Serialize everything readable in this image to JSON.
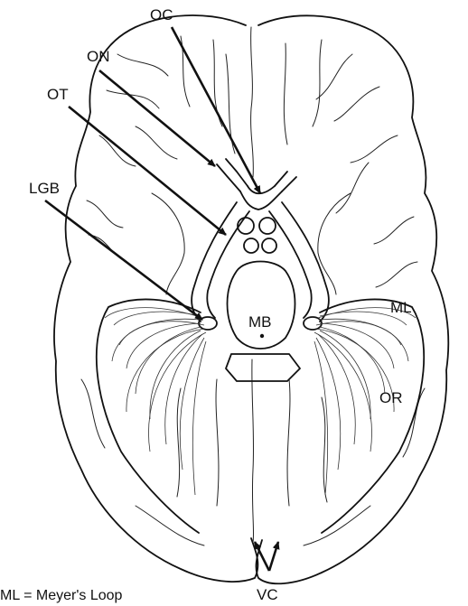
{
  "labels": {
    "oc": "OC",
    "on": "ON",
    "ot": "OT",
    "lgb": "LGB",
    "mb": "MB",
    "ml": "ML",
    "or": "OR",
    "vc": "VC"
  },
  "legend": "ML = Meyer's Loop"
}
